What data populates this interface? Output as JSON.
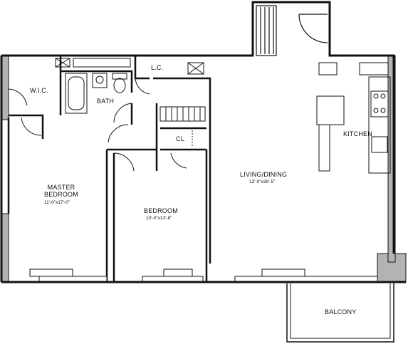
{
  "rooms": {
    "wic": "W.I.C.",
    "bath": "BATH",
    "lc": "L.C.",
    "cl": "CL",
    "kitchen": "KITCHEN",
    "living": "LIVING/DINING",
    "living_dim": "12'-0\"x39'-5\"",
    "master_line1": "MASTER",
    "master_line2": "BEDROOM",
    "master_dim": "11'-0\"x17'-0\"",
    "bedroom": "BEDROOM",
    "bedroom_dim": "10'-0\"x13'-6\"",
    "balcony": "BALCONY"
  },
  "colors": {
    "wall": "#111111",
    "column": "#b3b3b3",
    "line": "#222222"
  }
}
